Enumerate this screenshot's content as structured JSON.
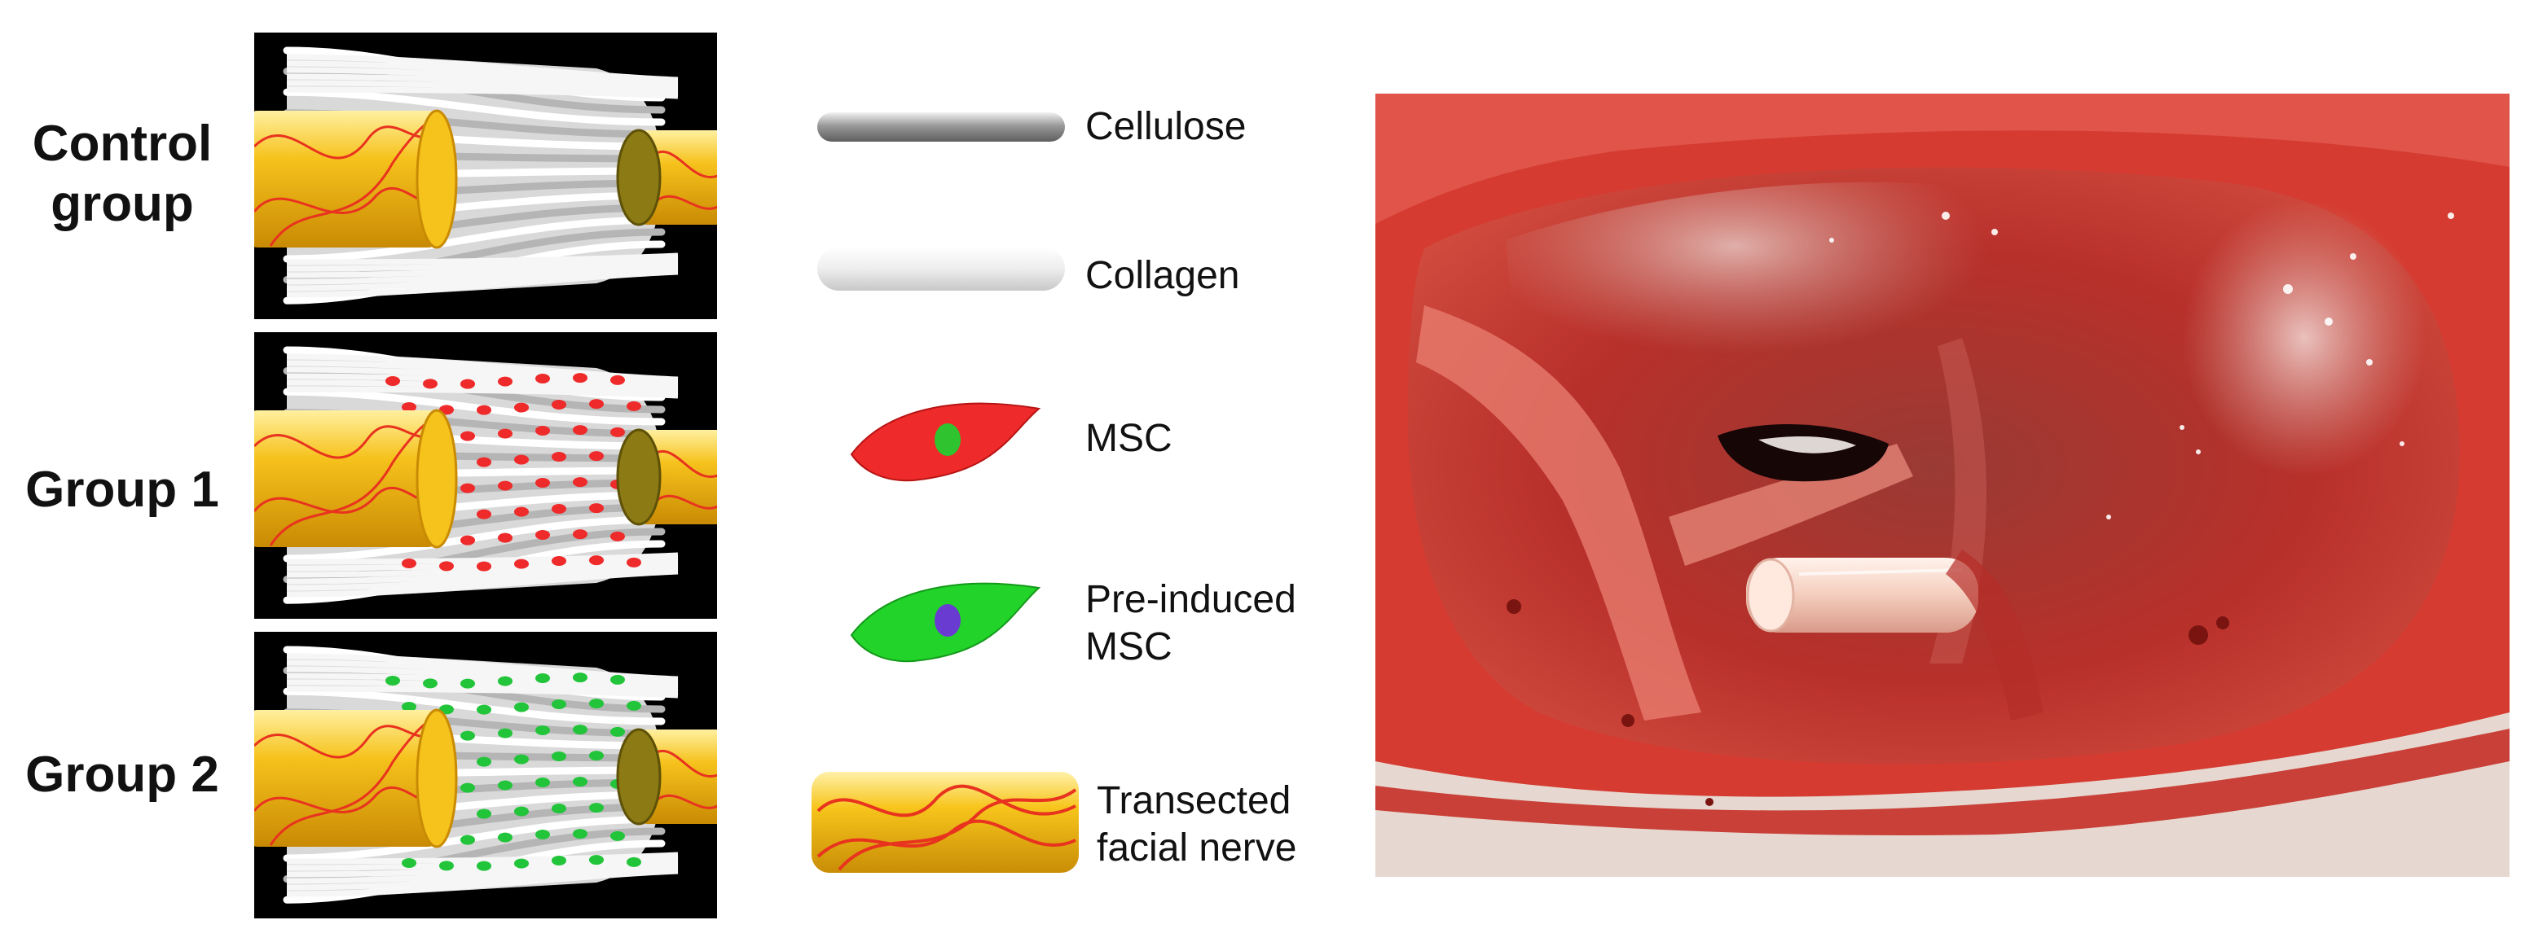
{
  "groups": [
    {
      "label": "Control\ngroup",
      "cells": "none",
      "cell_color": ""
    },
    {
      "label": "Group 1",
      "cells": "msc",
      "cell_color": "#ee2a2a"
    },
    {
      "label": "Group 2",
      "cells": "pre-induced-msc",
      "cell_color": "#22c43a"
    }
  ],
  "legend": [
    {
      "icon": "cellulose-fiber-icon",
      "label": "Cellulose"
    },
    {
      "icon": "collagen-fiber-icon",
      "label": "Collagen"
    },
    {
      "icon": "msc-cell-icon",
      "label": "MSC"
    },
    {
      "icon": "pre-induced-msc-cell-icon",
      "label": "Pre-induced\nMSC"
    },
    {
      "icon": "transected-nerve-icon",
      "label": "Transected\nfacial nerve"
    }
  ],
  "colors": {
    "nerve": "#f6c21c",
    "nerve_line": "#e8331f",
    "msc": "#ee2a2a",
    "msc_nucleus": "#2fc42f",
    "pre_induced": "#22d32a",
    "pre_induced_nucleus": "#6a3bd1",
    "tissue": "#b8302a"
  }
}
